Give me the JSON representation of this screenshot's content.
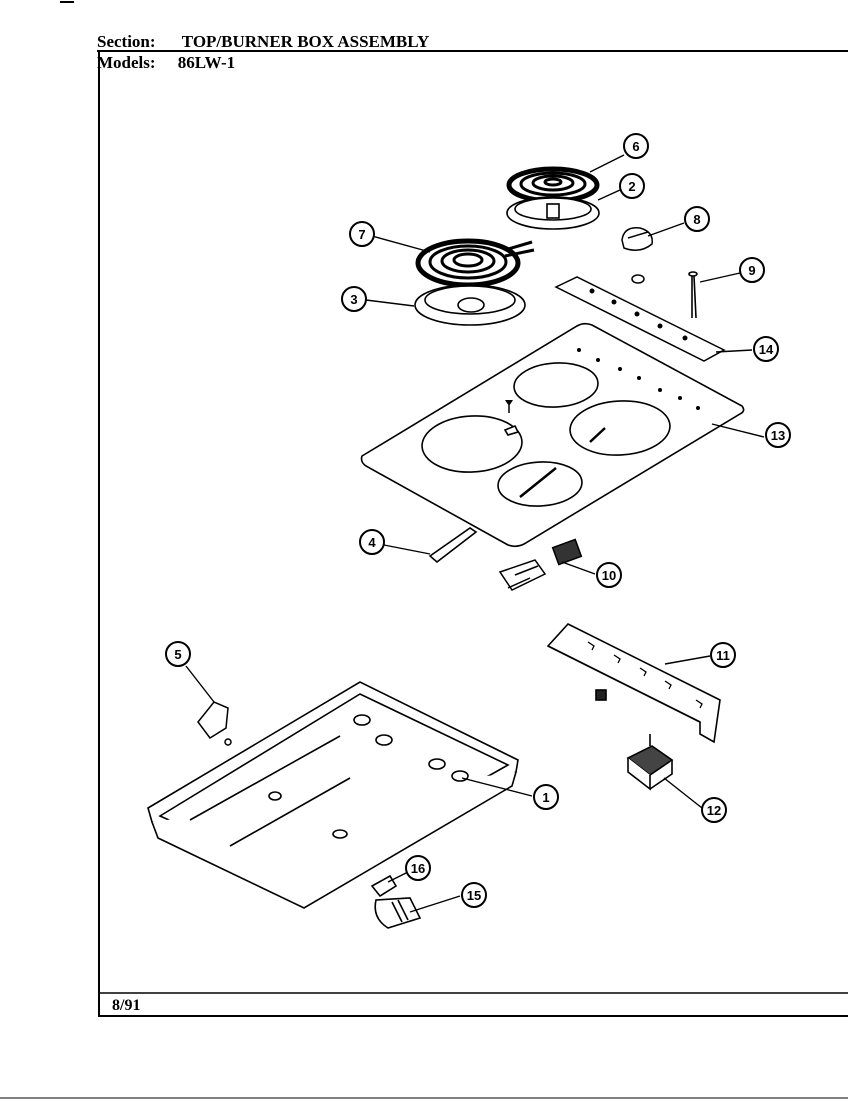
{
  "header": {
    "section_label": "Section:",
    "section_value": "TOP/BURNER BOX ASSEMBLY",
    "models_label": "Models:",
    "models_value": "86LW-1"
  },
  "footer": {
    "date": "8/91"
  },
  "callouts": [
    "1",
    "2",
    "3",
    "4",
    "5",
    "6",
    "7",
    "8",
    "9",
    "10",
    "11",
    "12",
    "13",
    "14",
    "15",
    "16"
  ]
}
